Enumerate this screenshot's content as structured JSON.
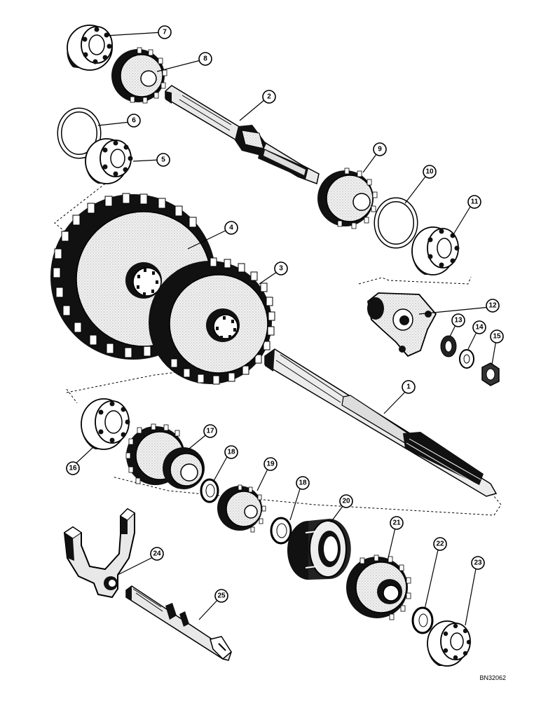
{
  "drawing_code": "BN32062",
  "callouts": [
    "1",
    "2",
    "3",
    "4",
    "5",
    "6",
    "7",
    "8",
    "9",
    "10",
    "11",
    "12",
    "13",
    "14",
    "15",
    "16",
    "17",
    "18",
    "19",
    "18",
    "20",
    "21",
    "22",
    "23",
    "24",
    "25"
  ]
}
